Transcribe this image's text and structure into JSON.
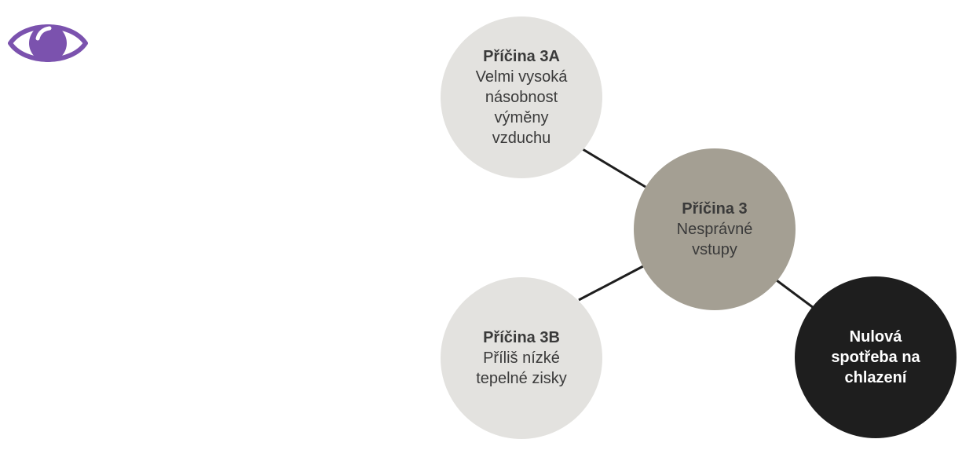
{
  "icons": {
    "eye": "eye-icon",
    "eye_color": "#7b52ae"
  },
  "diagram": {
    "nodes": {
      "cause_3a": {
        "title": "Příčina 3A",
        "text": "Velmi vysoká násobnost výměny vzduchu"
      },
      "cause_3b": {
        "title": "Příčina 3B",
        "text": "Příliš nízké tepelné zisky"
      },
      "cause_3": {
        "title": "Příčina 3",
        "text": "Nesprávné vstupy"
      },
      "result": {
        "title": "Nulová spotřeba na chlazení"
      }
    },
    "colors": {
      "light_node": "#e3e2df",
      "mid_node": "#a49f93",
      "dark_node": "#1e1e1e",
      "connector": "#1e1e1e"
    }
  }
}
